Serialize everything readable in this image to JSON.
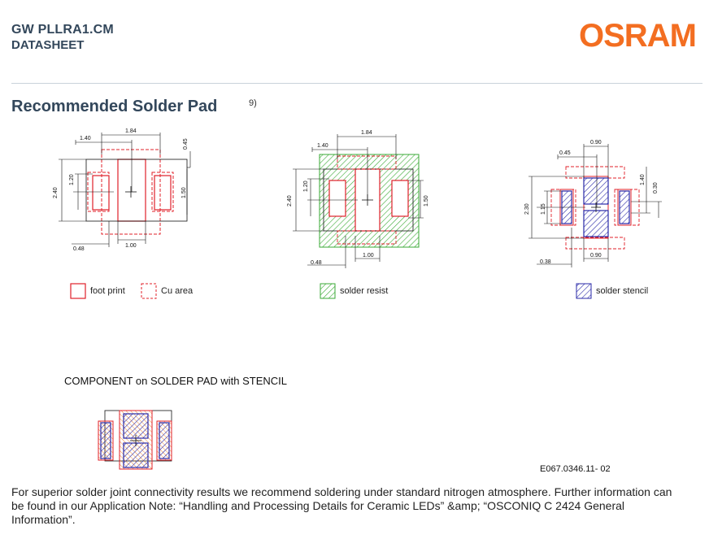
{
  "header": {
    "product": "GW PLLRA1.CM",
    "doc_type": "DATASHEET",
    "logo": "OSRAM",
    "logo_color": "#f36e21",
    "heading_color": "#33475b"
  },
  "section": {
    "title": "Recommended Solder Pad",
    "footnote": "9)"
  },
  "drawing1": {
    "dims": [
      "1.84",
      "1.40",
      "0.45",
      "1.20",
      "2.40",
      "1.50",
      "0.48",
      "1.00"
    ]
  },
  "drawing2": {
    "dims": [
      "1.84",
      "1.40",
      "1.20",
      "2.40",
      "1.50",
      "0.48",
      "1.00"
    ]
  },
  "drawing3": {
    "dims": [
      "0.90",
      "0.45",
      "1.40",
      "0.30",
      "1.15",
      "2.30",
      "0.38",
      "0.90"
    ]
  },
  "legend": {
    "foot_print": "foot print",
    "cu_area": "Cu area",
    "solder_resist": "solder resist",
    "solder_stencil": "solder stencil"
  },
  "component": {
    "title": "COMPONENT on SOLDER PAD with STENCIL"
  },
  "drawing_number": "E067.0346.11- 02",
  "note": "For superior solder joint connectivity results we recommend soldering under standard nitrogen atmosphere. Further information can be found in our Application Note: “Handling and Processing Details for Ceramic LEDs” &amp; “OSCONIQ C 2424 General Information”.",
  "colors": {
    "footprint": "#e0202a",
    "resist": "#3aaa35",
    "stencil": "#2a2aa8"
  }
}
